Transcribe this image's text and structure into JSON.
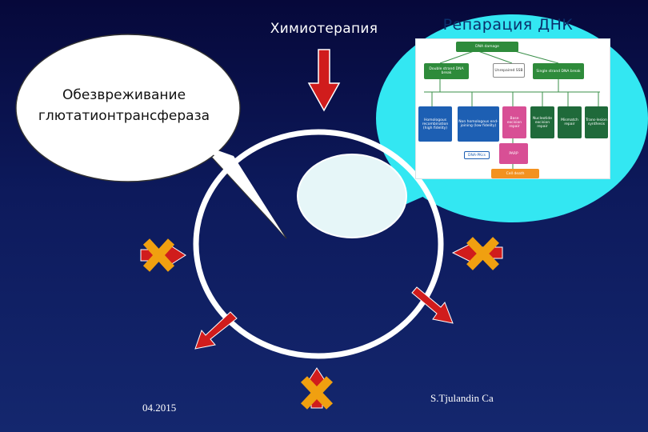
{
  "slide": {
    "chemo_label": "Химиотерапия",
    "repair_label": "Репарация ДНК",
    "gst_label_line1": "Обезвреживание",
    "gst_label_line2": "глютатионтрансфераза",
    "date": "04.2015",
    "author": "S.Tjulandin Ca"
  },
  "diagram": {
    "root": "DNA damage",
    "left_branch": "Double strand DNA break",
    "middle_label": "Unrepaired SSB",
    "right_branch": "Single strand DNA break",
    "hr": "Homologous recombination (high fidelity)",
    "nhej": "Non homologous end-joining (low fidelity)",
    "parp": "PARP",
    "base_excision": "Base excision repair",
    "nucleotide_excision": "Nucleotide excision repair",
    "mismatch": "Mismatch repair",
    "translesion": "Trans-lesion synthesis",
    "dna_pk": "DNA-PKcs",
    "bottom": "Cell death"
  },
  "colors": {
    "background_top": "#06083a",
    "background_bottom": "#14276e",
    "bubble_repair": "#33e7f2",
    "arrow_red": "#d01c1c",
    "cross_orange": "#f0a010",
    "cell_outline": "#ffffff"
  },
  "icons": {
    "blocked_arrow": "orange-cross-over-red-arrow",
    "efflux_arrow": "red-arrow"
  }
}
